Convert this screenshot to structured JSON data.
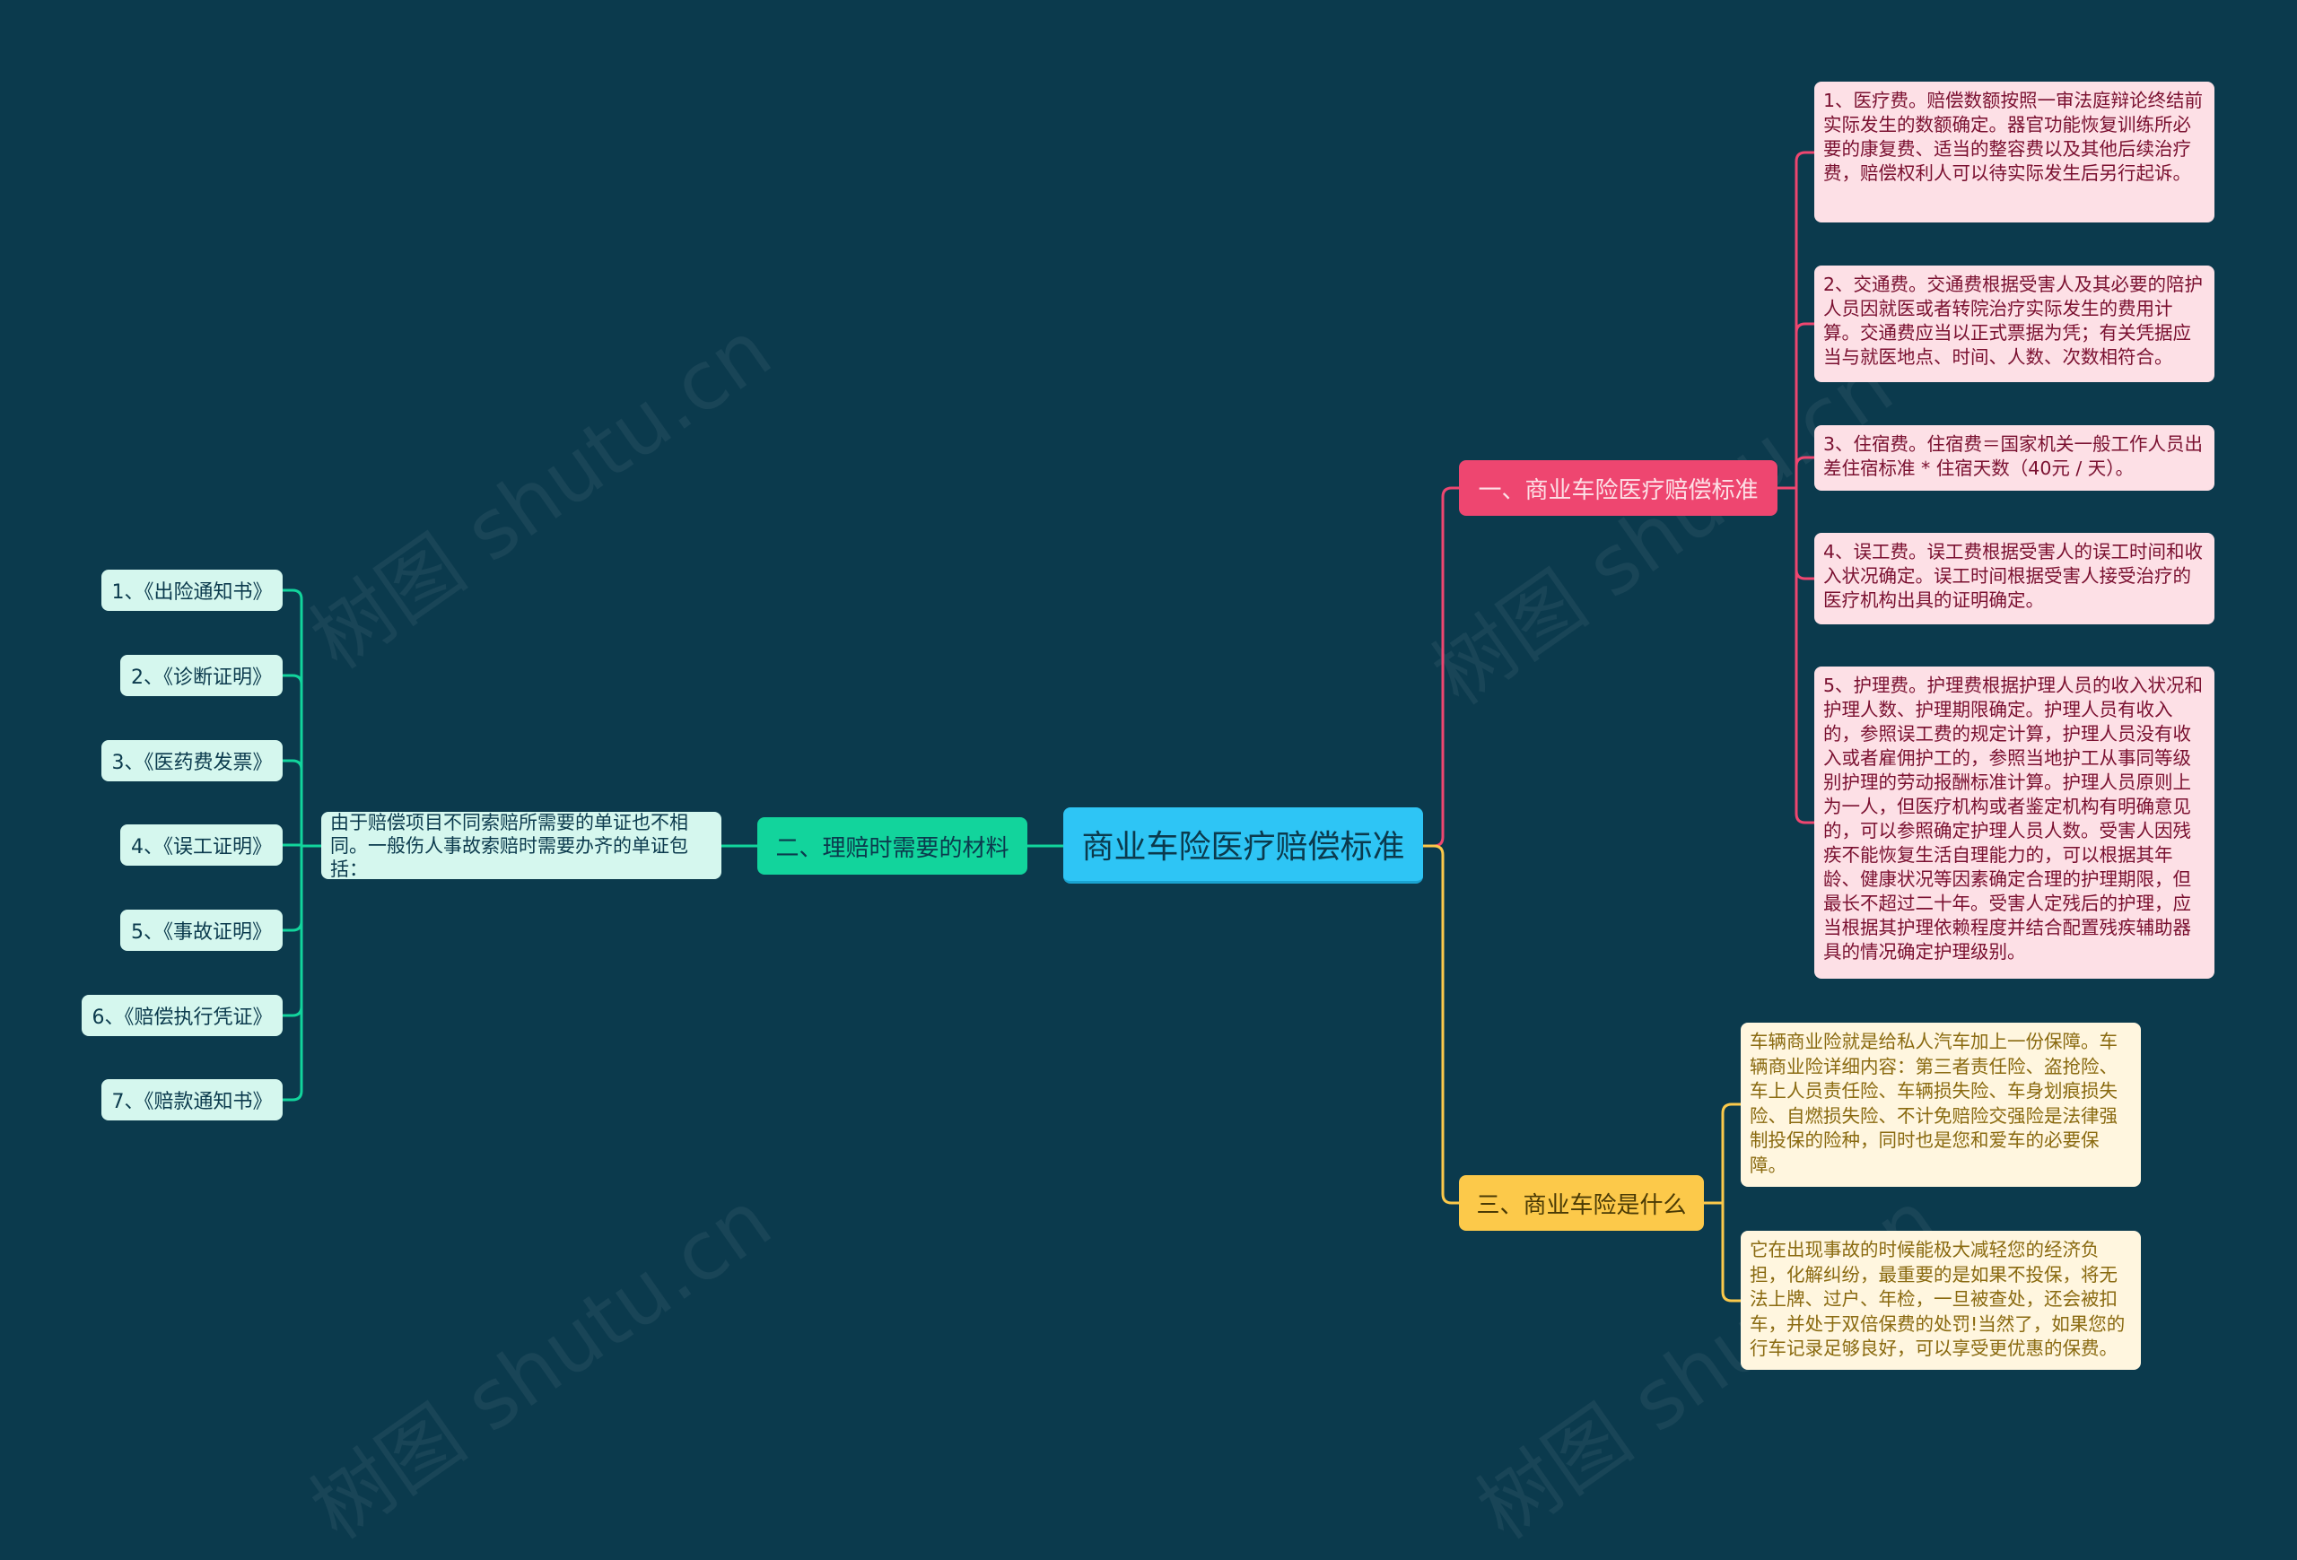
{
  "central": {
    "title": "商业车险医疗赔偿标准"
  },
  "branch_1": {
    "label": "一、商业车险医疗赔偿标准",
    "items": [
      "1、医疗费。赔偿数额按照一审法庭辩论终结前实际发生的数额确定。器官功能恢复训练所必要的康复费、适当的整容费以及其他后续治疗费，赔偿权利人可以待实际发生后另行起诉。",
      "2、交通费。交通费根据受害人及其必要的陪护人员因就医或者转院治疗实际发生的费用计算。交通费应当以正式票据为凭；有关凭据应当与就医地点、时间、人数、次数相符合。",
      "3、住宿费。住宿费＝国家机关一般工作人员出差住宿标准 * 住宿天数（40元 / 天）。",
      "4、误工费。误工费根据受害人的误工时间和收入状况确定。误工时间根据受害人接受治疗的医疗机构出具的证明确定。",
      "5、护理费。护理费根据护理人员的收入状况和护理人数、护理期限确定。护理人员有收入的，参照误工费的规定计算，护理人员没有收入或者雇佣护工的，参照当地护工从事同等级别护理的劳动报酬标准计算。护理人员原则上为一人，但医疗机构或者鉴定机构有明确意见的，可以参照确定护理人员人数。受害人因残疾不能恢复生活自理能力的，可以根据其年龄、健康状况等因素确定合理的护理期限，但最长不超过二十年。受害人定残后的护理，应当根据其护理依赖程度并结合配置残疾辅助器具的情况确定护理级别。"
    ]
  },
  "branch_2": {
    "label": "二、理赔时需要的材料",
    "description": "由于赔偿项目不同索赔所需要的单证也不相同。一般伤人事故索赔时需要办齐的单证包括：",
    "items": [
      "1、《出险通知书》",
      "2、《诊断证明》",
      "3、《医药费发票》",
      "4、《误工证明》",
      "5、《事故证明》",
      "6、《赔偿执行凭证》",
      "7、《赔款通知书》"
    ]
  },
  "branch_3": {
    "label": "三、商业车险是什么",
    "items": [
      "车辆商业险就是给私人汽车加上一份保障。车辆商业险详细内容：第三者责任险、盗抢险、车上人员责任险、车辆损失险、车身划痕损失险、自燃损失险、不计免赔险交强险是法律强制投保的险种，同时也是您和爱车的必要保障。",
      "它在出现事故的时候能极大减轻您的经济负担，化解纠纷，最重要的是如果不投保，将无法上牌、过户、年检，一旦被查处，还会被扣车，并处于双倍保费的处罚!当然了，如果您的行车记录足够良好，可以享受更优惠的保费。"
    ]
  },
  "watermark": "树图 shutu.cn",
  "colors": {
    "background": "#0b3a4d",
    "central": "#2ec5f5",
    "branch_1": "#ee4670",
    "branch_2": "#12d49c",
    "branch_3": "#fcc94a"
  }
}
